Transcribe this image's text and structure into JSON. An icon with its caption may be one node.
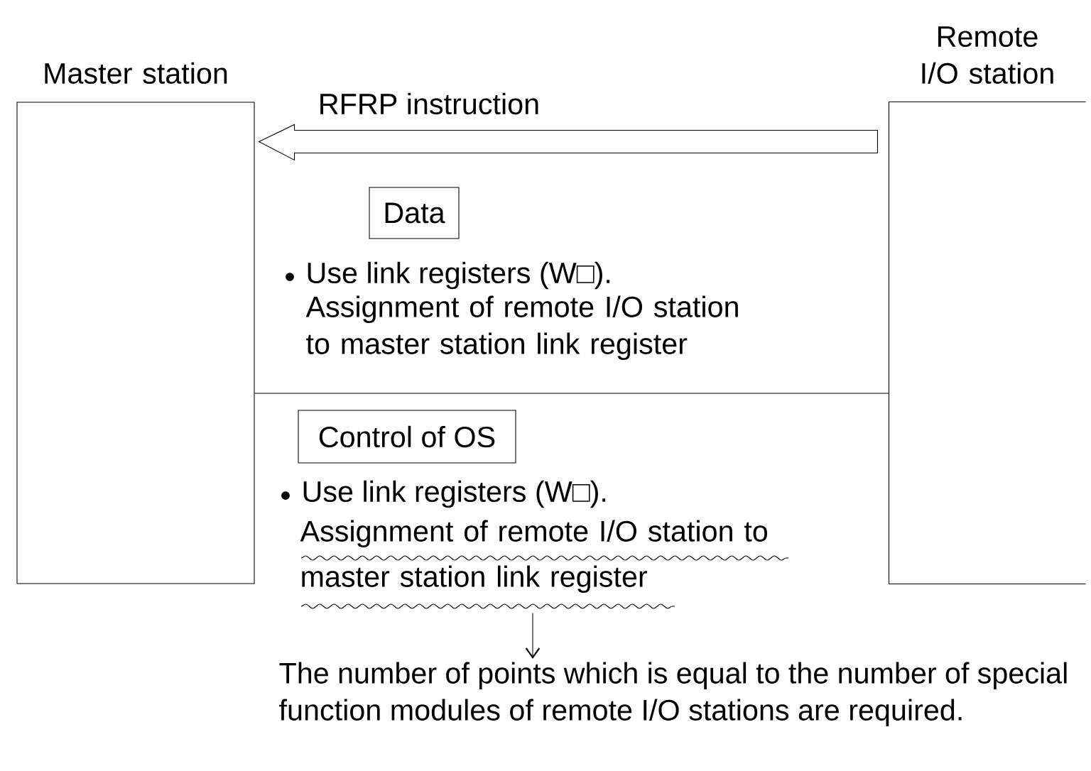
{
  "diagram": {
    "nodes": [
      {
        "text": [
          "Master station"
        ]
      },
      {
        "text": [
          "Remote I/O station"
        ]
      },
      {
        "text": [
          "Data"
        ]
      },
      {
        "text": [
          "Control of OS"
        ]
      },
      {
        "text": [
          "Assignment of remote I/O station to master station link register"
        ]
      },
      {
        "text": [
          "The number of points which is equal to the number of special function modules of remote I/O stations are required."
        ]
      }
    ],
    "edges": [
      {
        "from": 1,
        "to": 0,
        "arrow": "to",
        "label": "RFRP instruction"
      },
      {
        "from": 0,
        "to": 1,
        "arrow": "none"
      },
      {
        "from": 4,
        "to": 5,
        "arrow": "to"
      }
    ],
    "labels": [
      "Use link registers (W□).",
      "Assignment of remote I/O station to master station link register",
      "Use link registers (W□)."
    ]
  }
}
